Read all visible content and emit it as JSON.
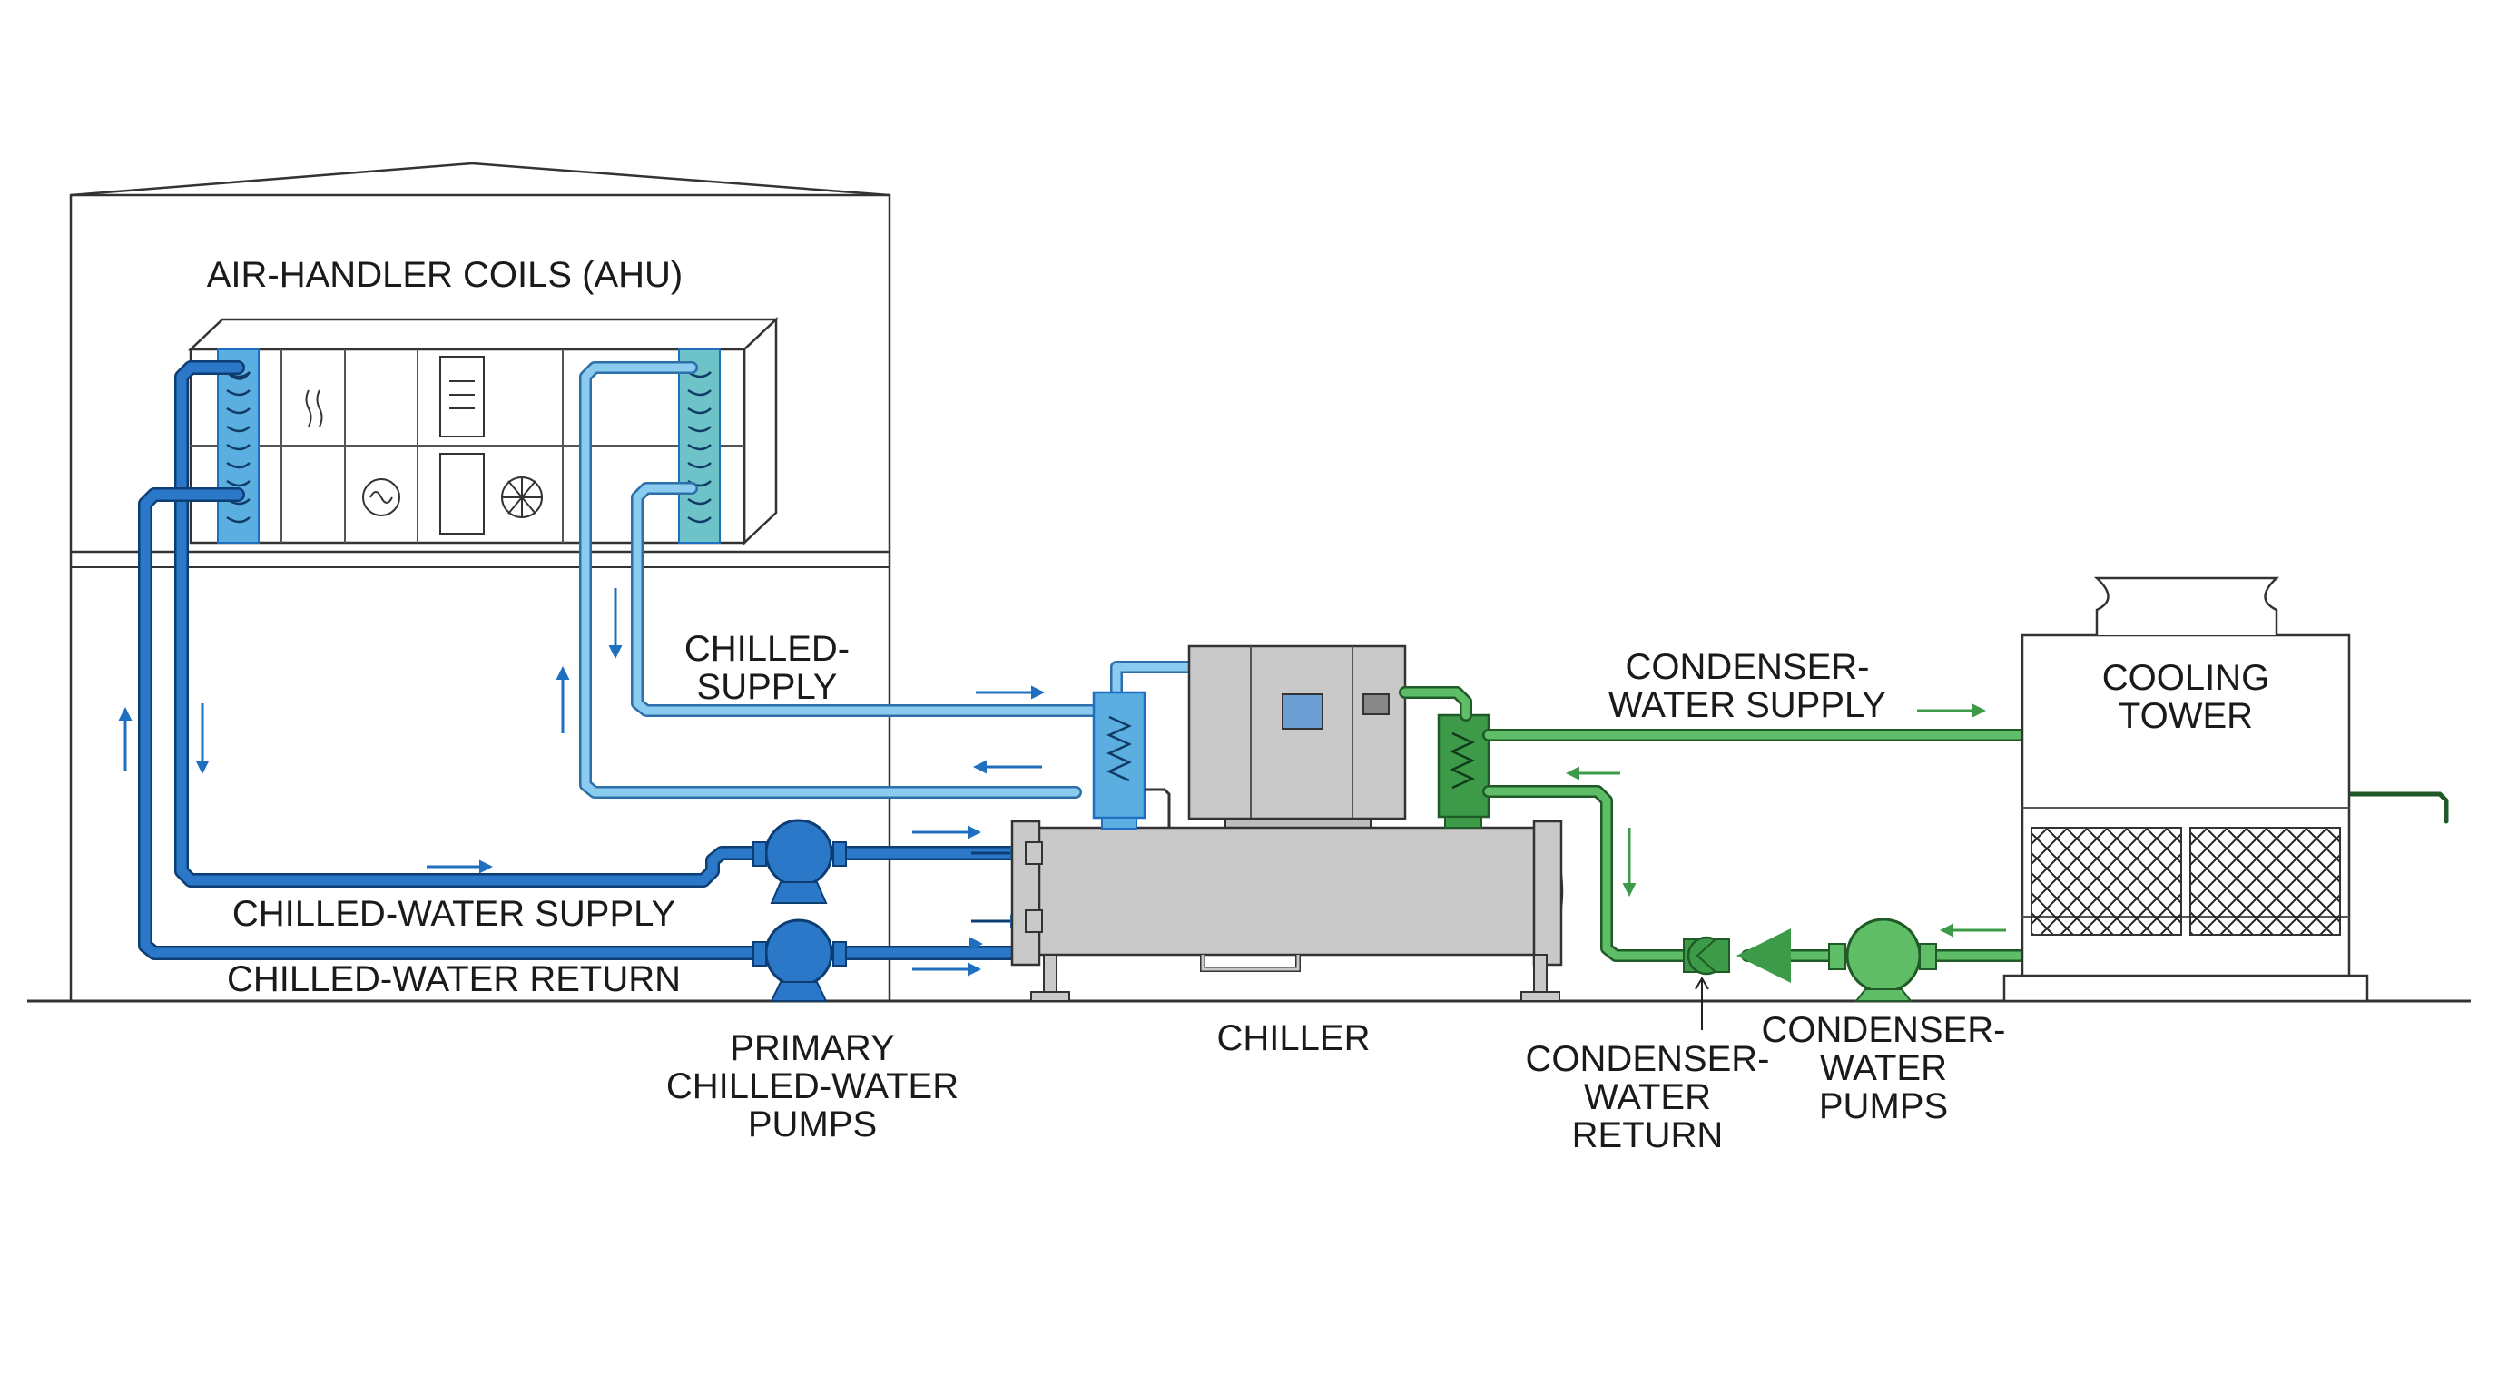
{
  "labels": {
    "ahu": "AIR-HANDLER COILS (AHU)",
    "chilled_supply_1": "CHILLED-",
    "chilled_supply_2": "SUPPLY",
    "cond_supply_1": "CONDENSER-",
    "cond_supply_2": "WATER SUPPLY",
    "cooling_tower_1": "COOLING",
    "cooling_tower_2": "TOWER",
    "chw_supply": "CHILLED-WATER SUPPLY",
    "chw_return": "CHILLED-WATER RETURN",
    "primary_pumps_1": "PRIMARY",
    "primary_pumps_2": "CHILLED-WATER",
    "primary_pumps_3": "PUMPS",
    "chiller": "CHILLER",
    "cond_return_1": "CONDENSER-",
    "cond_return_2": "WATER",
    "cond_return_3": "RETURN",
    "cond_pumps_1": "CONDENSER-",
    "cond_pumps_2": "WATER",
    "cond_pumps_3": "PUMPS"
  },
  "colors": {
    "chilled_supply_pipe": "#1f6fc0",
    "chilled_light_pipe": "#5aaee0",
    "condenser_pipe": "#3d9a48",
    "equipment_gray": "#c9c9c9",
    "outline": "#333333"
  },
  "icons": {
    "pump": "centrifugal-pump-icon",
    "coil": "heat-exchanger-coil-icon",
    "fan": "fan-icon",
    "valve": "check-valve-icon"
  }
}
